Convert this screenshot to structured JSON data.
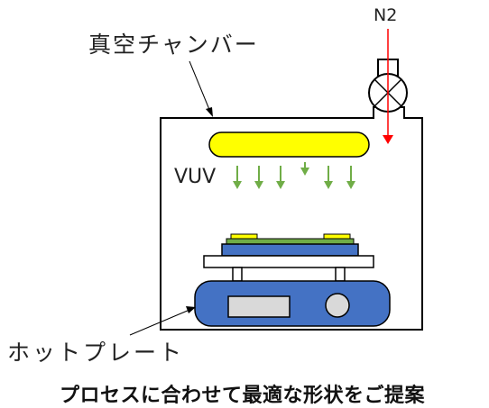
{
  "labels": {
    "chamber": "真空チャンバー",
    "gas": "N2",
    "light": "VUV",
    "hotplate": "ホットプレート"
  },
  "caption": "プロセスに合わせて最適な形状をご提案",
  "colors": {
    "lamp_fill": "#ffff00",
    "vuv_arrow": "#70ad47",
    "gas_arrow": "#ff0000",
    "hotplate_body": "#4472c4",
    "outline": "#000000"
  }
}
